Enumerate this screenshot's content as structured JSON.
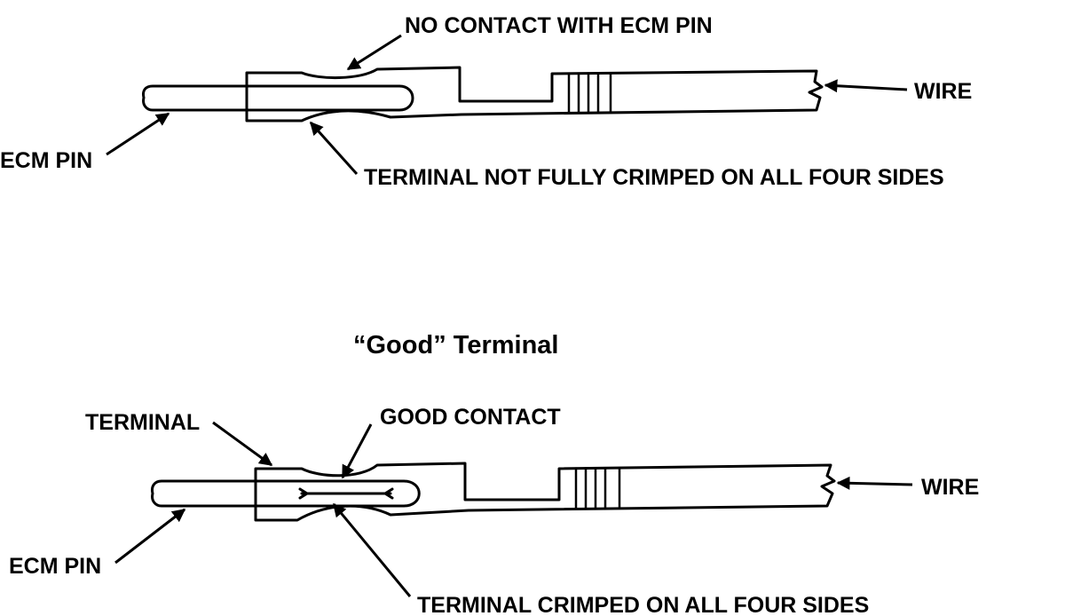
{
  "diagram": {
    "bad_terminal": {
      "callouts": {
        "no_contact": "NO CONTACT WITH ECM PIN",
        "wire": "WIRE",
        "ecm_pin": "ECM PIN",
        "not_crimped": "TERMINAL NOT FULLY CRIMPED ON ALL FOUR SIDES"
      }
    },
    "good_terminal": {
      "caption": "“Good” Terminal",
      "callouts": {
        "terminal": "TERMINAL",
        "good_contact": "GOOD CONTACT",
        "wire": "WIRE",
        "ecm_pin": "ECM PIN",
        "crimped": "TERMINAL CRIMPED ON ALL FOUR SIDES"
      }
    }
  }
}
